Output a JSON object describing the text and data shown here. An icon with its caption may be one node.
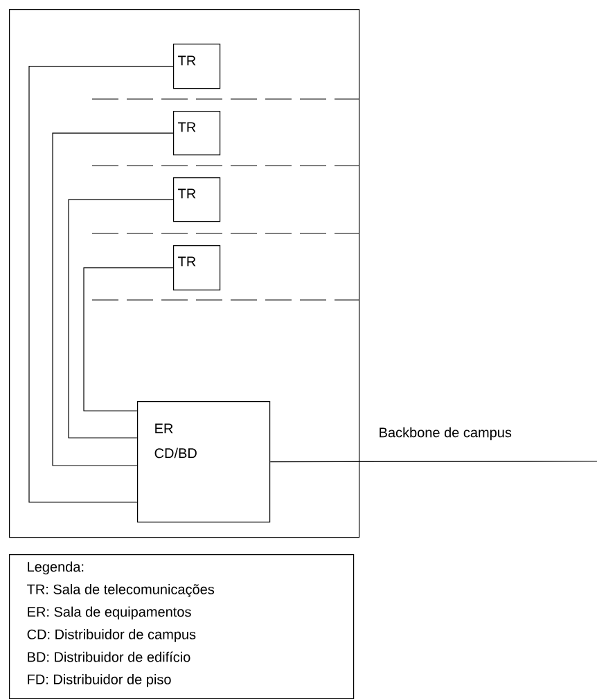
{
  "diagram": {
    "nodes": [
      {
        "text": [],
        "shape": "box"
      },
      {
        "text": [
          "TR"
        ],
        "in": 0
      },
      {
        "text": [
          "TR"
        ],
        "in": 0
      },
      {
        "text": [
          "TR"
        ],
        "in": 0
      },
      {
        "text": [
          "TR"
        ],
        "in": 0
      },
      {
        "text": [
          "ER",
          "CD/BD"
        ],
        "in": 0
      },
      {
        "text": [
          "Legenda:",
          "TR: Sala de telecomunicações",
          "ER: Sala de equipamentos",
          "CD: Distribuidor de campus",
          "BD: Distribuidor de edifício",
          "FD: Distribuidor de piso"
        ]
      }
    ],
    "edges": [
      {
        "from": 1,
        "to": 5,
        "arrow": "none"
      },
      {
        "from": 2,
        "to": 5,
        "arrow": "none"
      },
      {
        "from": 3,
        "to": 5,
        "arrow": "none"
      },
      {
        "from": 4,
        "to": 5,
        "arrow": "none"
      },
      {
        "from": 5,
        "to": null,
        "arrow": "none",
        "label": "Backbone de campus"
      }
    ]
  }
}
